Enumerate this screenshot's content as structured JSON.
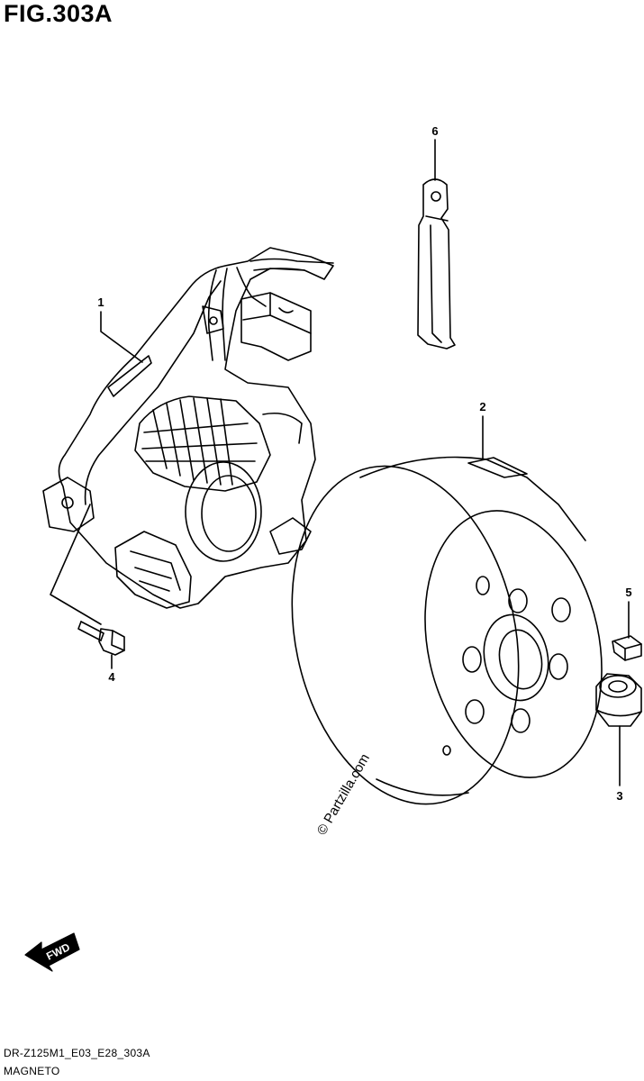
{
  "figure": {
    "title": "FIG.303A",
    "code": "DR-Z125M1_E03_E28_303A",
    "name": "MAGNETO",
    "watermark": "© Partzilla.com",
    "direction_label": "FWD"
  },
  "callouts": [
    "1",
    "2",
    "3",
    "4",
    "5",
    "6"
  ]
}
